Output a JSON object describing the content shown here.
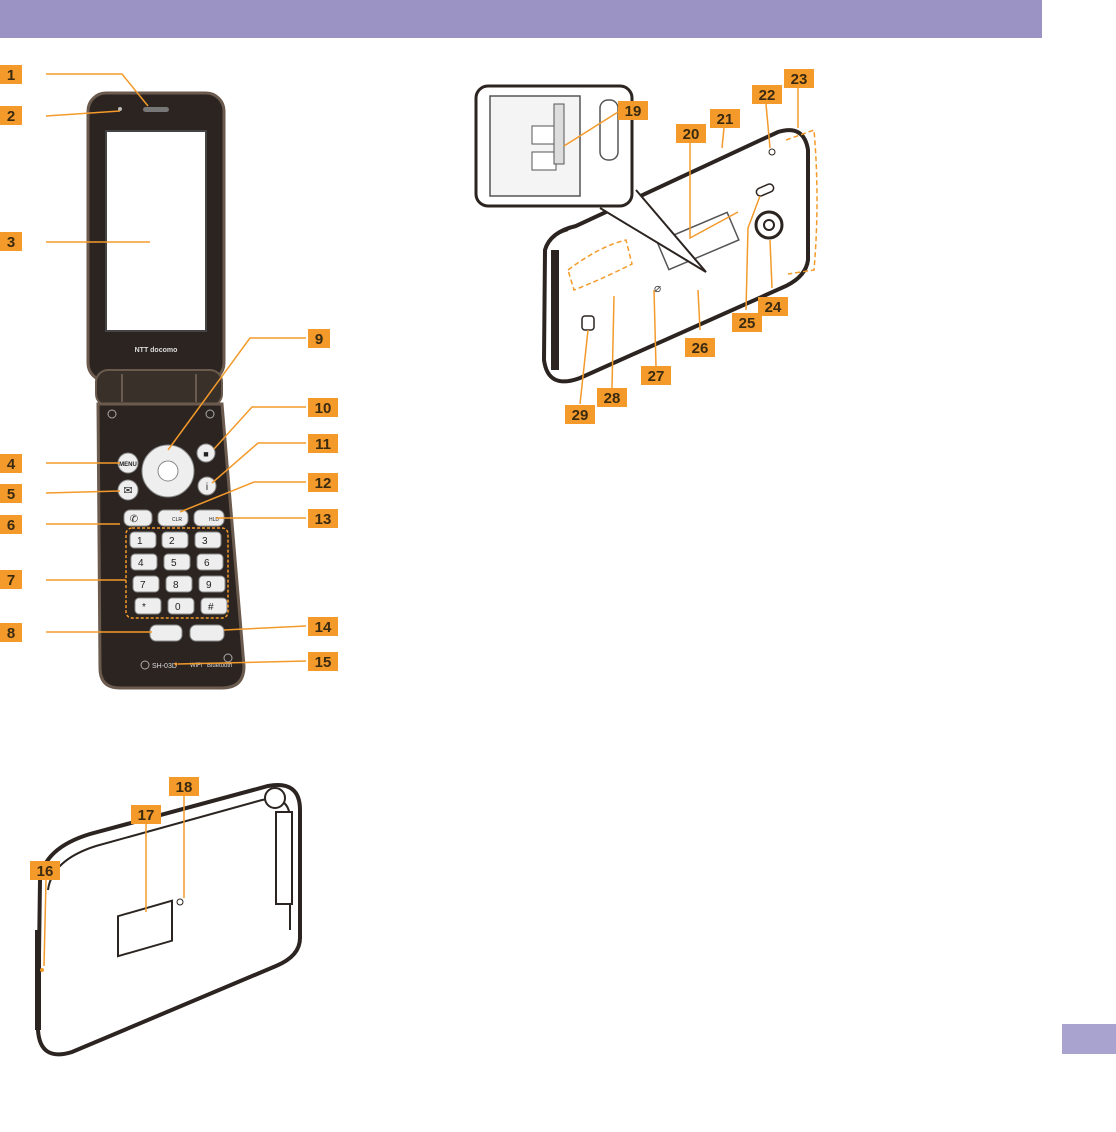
{
  "colors": {
    "header_band": "#9b93c4",
    "side_tab": "#a9a3cf",
    "callout_box": "#f39a2b",
    "callout_line": "#f39a2b",
    "phone_body": "#2b2420",
    "phone_edge": "#6b5a4e"
  },
  "phone_texts": {
    "brand": "NTT docomo",
    "model": "SH-03D",
    "menu_key": "MENU",
    "wifi_logo": "WiFi",
    "bluetooth_logo": "Bluetooth",
    "clr_key": "CLR",
    "hld_key": "HLD"
  },
  "callouts": [
    {
      "id": "1",
      "label": "1"
    },
    {
      "id": "2",
      "label": "2"
    },
    {
      "id": "3",
      "label": "3"
    },
    {
      "id": "4",
      "label": "4"
    },
    {
      "id": "5",
      "label": "5"
    },
    {
      "id": "6",
      "label": "6"
    },
    {
      "id": "7",
      "label": "7"
    },
    {
      "id": "8",
      "label": "8"
    },
    {
      "id": "9",
      "label": "9"
    },
    {
      "id": "10",
      "label": "10"
    },
    {
      "id": "11",
      "label": "11"
    },
    {
      "id": "12",
      "label": "12"
    },
    {
      "id": "13",
      "label": "13"
    },
    {
      "id": "14",
      "label": "14"
    },
    {
      "id": "15",
      "label": "15"
    },
    {
      "id": "16",
      "label": "16"
    },
    {
      "id": "17",
      "label": "17"
    },
    {
      "id": "18",
      "label": "18"
    },
    {
      "id": "19",
      "label": "19"
    },
    {
      "id": "20",
      "label": "20"
    },
    {
      "id": "21",
      "label": "21"
    },
    {
      "id": "22",
      "label": "22"
    },
    {
      "id": "23",
      "label": "23"
    },
    {
      "id": "24",
      "label": "24"
    },
    {
      "id": "25",
      "label": "25"
    },
    {
      "id": "26",
      "label": "26"
    },
    {
      "id": "27",
      "label": "27"
    },
    {
      "id": "28",
      "label": "28"
    },
    {
      "id": "29",
      "label": "29"
    }
  ]
}
